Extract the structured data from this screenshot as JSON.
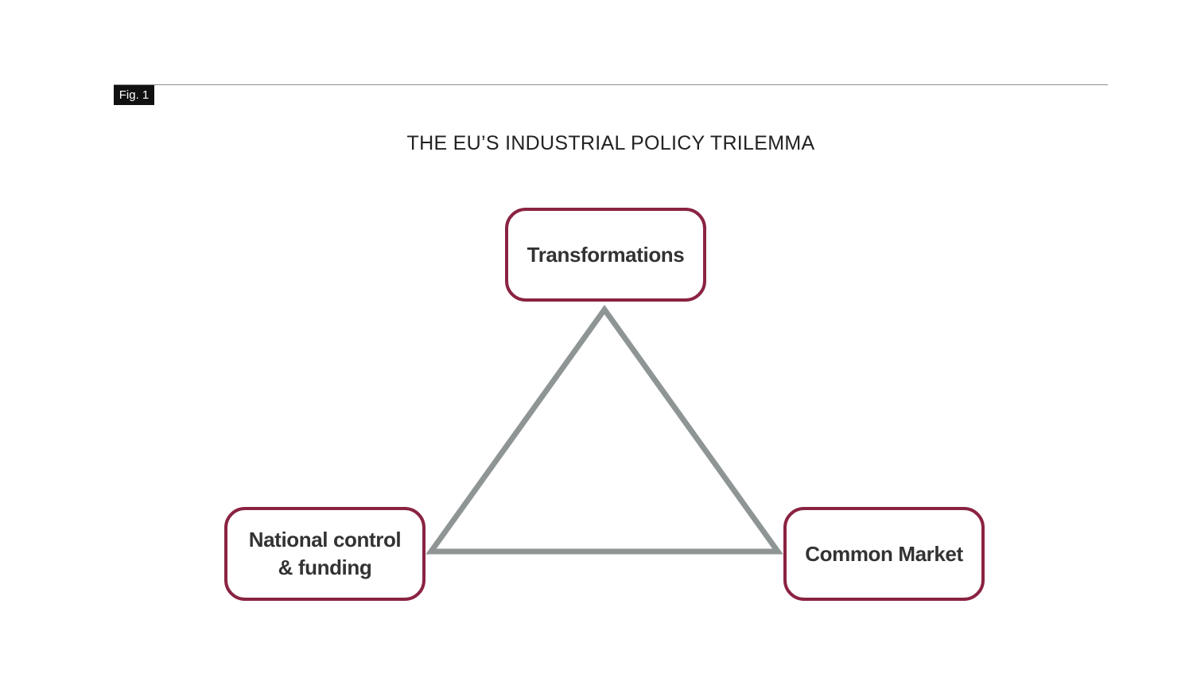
{
  "figure": {
    "label": "Fig. 1",
    "title": "THE EU’S INDUSTRIAL POLICY TRILEMMA"
  },
  "nodes": {
    "top": "Transformations",
    "left": "National control\n& funding",
    "right": "Common Market"
  },
  "colors": {
    "node_border": "#8a2342",
    "triangle": "#8f9595",
    "rule": "#8c8c8c",
    "label_background": "#111111"
  }
}
